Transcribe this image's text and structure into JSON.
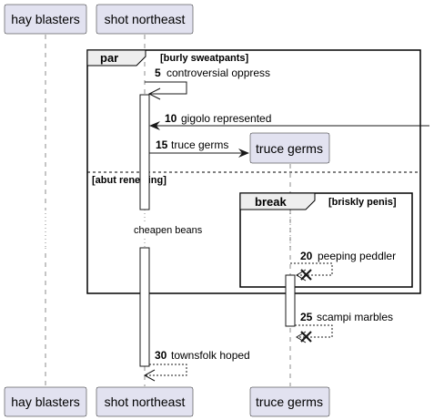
{
  "participants": {
    "p1": "hay blasters",
    "p2": "shot northeast",
    "p3": "truce germs"
  },
  "fragments": {
    "par_label": "par",
    "par_guard": "[burly sweatpants]",
    "else_guard": "[abut renewing]",
    "break_label": "break",
    "break_guard": "[briskly penis]"
  },
  "messages": [
    {
      "num": "5",
      "text": "controversial oppress"
    },
    {
      "num": "10",
      "text": "gigolo represented"
    },
    {
      "num": "15",
      "text": "truce germs"
    },
    {
      "num": "20",
      "text": "peeping peddler"
    },
    {
      "num": "25",
      "text": "scampi marbles"
    },
    {
      "num": "30",
      "text": "townsfolk hoped"
    }
  ],
  "delay_text": "cheapen beans"
}
